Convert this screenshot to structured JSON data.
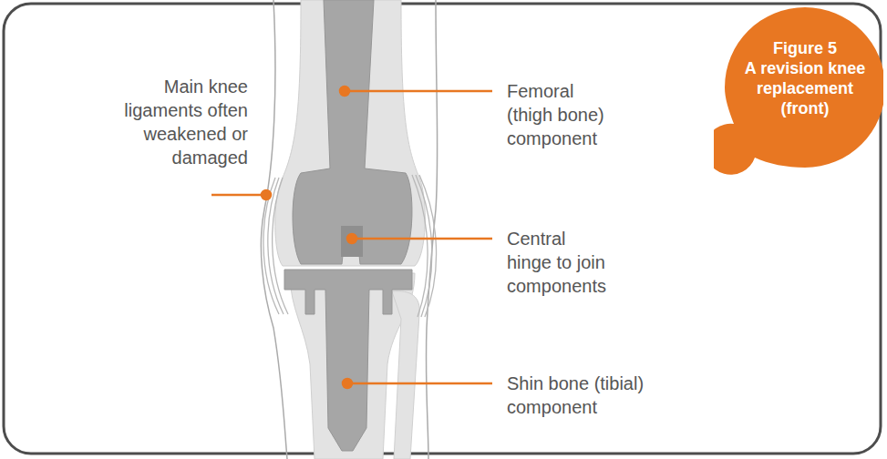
{
  "diagram": {
    "nodes": [
      {
        "text": [
          "Figure 5",
          "A revision knee replacement (front)"
        ]
      }
    ],
    "labels": [
      "Main knee ligaments often weakened or damaged",
      "Femoral (thigh bone) component",
      "Central hinge to join components",
      "Shin bone (tibial) component"
    ]
  }
}
